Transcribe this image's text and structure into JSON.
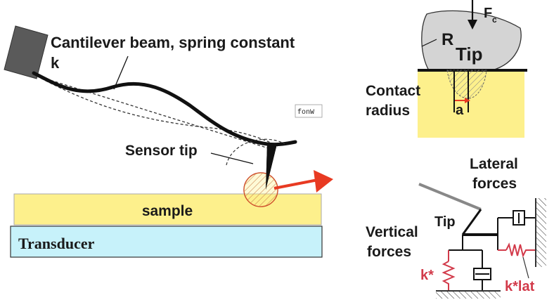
{
  "left_panel": {
    "cantilever_label_line1": "Cantilever beam, spring constant",
    "cantilever_label_line2": "k",
    "sensor_tip_label": "Sensor tip",
    "sample_label": "sample",
    "transducer_label": "Transducer",
    "font_tag": "fonW"
  },
  "contact_panel": {
    "force_label": "F",
    "force_subscript": "c",
    "radius_symbol": "R",
    "tip_label": "Tip",
    "contact_label_line1": "Contact",
    "contact_label_line2": "radius",
    "radius_a": "a"
  },
  "model_panel": {
    "lateral_line1": "Lateral",
    "lateral_line2": "forces",
    "tip_label": "Tip",
    "vertical_line1": "Vertical",
    "vertical_line2": "forces",
    "k_star": "k*",
    "k_star_lat": "k*lat"
  },
  "colors": {
    "sample": "#fdf08c",
    "transducer": "#c7f2fa",
    "arrow": "#e83a22",
    "tip_body": "#d4d4d4",
    "spring": "#d23a4a"
  }
}
